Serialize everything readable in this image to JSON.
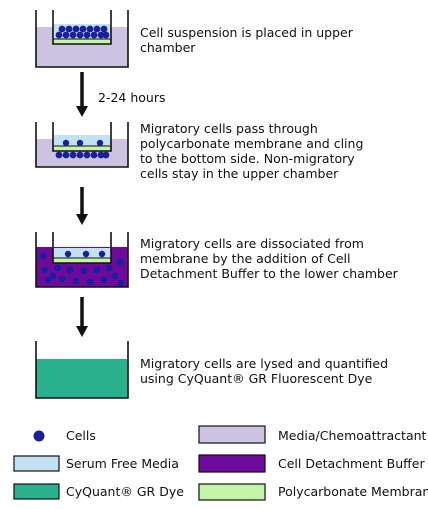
{
  "colors": {
    "media": "#ccc3e3",
    "serum": "#c2e2f4",
    "membrane": "#c4f4a8",
    "detach": "#6d0a9c",
    "cyquant": "#2bb08e",
    "cell": "#1a1f9e",
    "outline": "#111111"
  },
  "steps": [
    {
      "text": "Cell suspension is placed in upper\nchamber"
    },
    {
      "text": "Migratory cells pass through\npolycarbonate membrane and cling\nto the bottom side. Non-migratory\ncells stay in the upper chamber"
    },
    {
      "text": "Migratory cells are dissociated from\nmembrane by the addition of Cell\nDetachment Buffer to the lower chamber"
    },
    {
      "text": "Migratory cells are lysed and quantified\nusing CyQuant® GR Fluorescent Dye"
    }
  ],
  "time_label": "2-24 hours",
  "legend": {
    "cells": "Cells",
    "media": "Media/Chemoattractant",
    "serum": "Serum Free Media",
    "detach": "Cell Detachment Buffer",
    "cyquant": "CyQuant® GR Dye",
    "membrane": "Polycarbonate Membrane"
  }
}
